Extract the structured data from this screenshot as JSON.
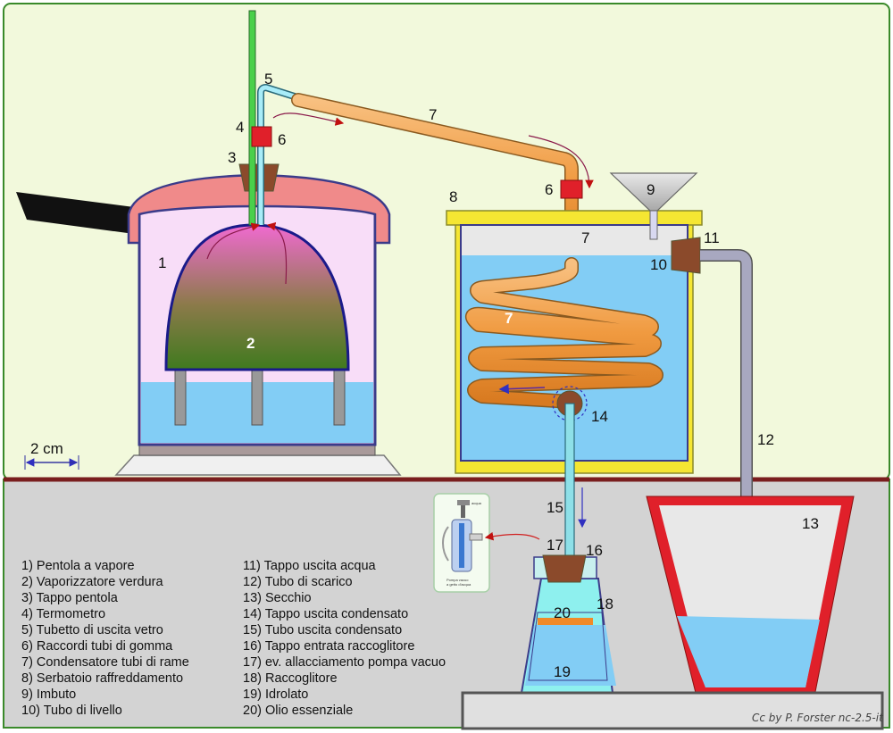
{
  "scale_label": "2 cm",
  "credit": "Cc by P. Forster nc-2.5-it",
  "inset_caption": [
    "Pompa vacuo",
    "a getto d'acqua"
  ],
  "inset_tap_label": "acqua",
  "callouts": {
    "n1": "1",
    "n2": "2",
    "n3": "3",
    "n4": "4",
    "n5": "5",
    "n6a": "6",
    "n6b": "6",
    "n7a": "7",
    "n7b": "7",
    "n7c": "7",
    "n8": "8",
    "n9": "9",
    "n10": "10",
    "n11": "11",
    "n12": "12",
    "n13": "13",
    "n14": "14",
    "n15": "15",
    "n16": "16",
    "n17": "17",
    "n18": "18",
    "n19": "19",
    "n20": "20"
  },
  "legend_left": [
    "1) Pentola a vapore",
    "2) Vaporizzatore verdura",
    "3) Tappo pentola",
    "4) Termometro",
    "5) Tubetto di uscita vetro",
    "6) Raccordi tubi di gomma",
    "7) Condensatore tubi di rame",
    "8) Serbatoio raffreddamento",
    "9) Imbuto",
    "10) Tubo di livello"
  ],
  "legend_right": [
    "11) Tappo uscita acqua",
    "12) Tubo di scarico",
    "13) Secchio",
    "14) Tappo uscita condensato",
    "15) Tubo uscita condensato",
    "16) Tappo entrata raccoglitore",
    "17) ev. allacciamento pompa vacuo",
    "18) Raccoglitore",
    "19) Idrolato",
    "20) Olio essenziale"
  ],
  "colors": {
    "wall": "#f2f9dc",
    "floor": "#d3d3d3",
    "bench_line": "#7a1e1e",
    "copper": "#f0a050",
    "water": "#82cdf5",
    "pot_inside": "#f8ddf8",
    "rubber_joint": "#e0202a",
    "cork": "#8b4a2b",
    "tank_frame": "#f5e632",
    "bucket_rim": "#e02828"
  }
}
